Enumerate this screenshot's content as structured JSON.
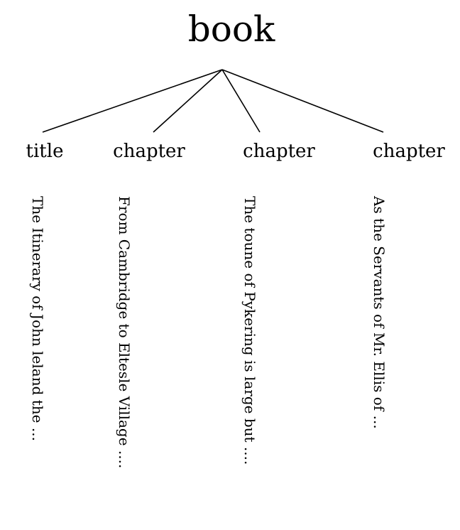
{
  "tree": {
    "root": {
      "label": "book"
    },
    "children": [
      {
        "label": "title",
        "text": "The Itinerary of John leland the ..."
      },
      {
        "label": "chapter",
        "text": "From Cambridge to Eltesle Village ...."
      },
      {
        "label": "chapter",
        "text": "The toune of Pykering is large but ...."
      },
      {
        "label": "chapter",
        "text": "As the Servants of Mr. Ellis of ..."
      }
    ]
  },
  "colors": {
    "line": "#000000",
    "text": "#000000",
    "background": "#ffffff"
  }
}
